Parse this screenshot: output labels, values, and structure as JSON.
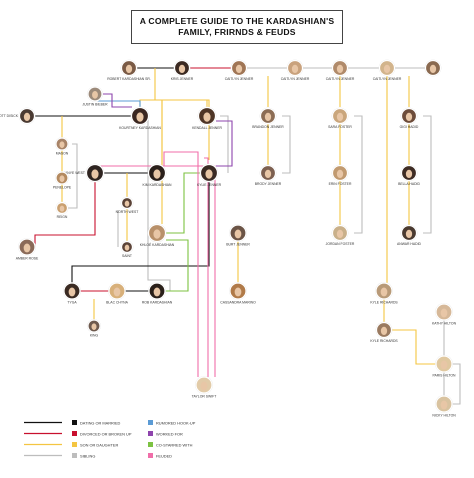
{
  "title": {
    "line1": "A COMPLETE GUIDE TO THE KARDASHIAN'S",
    "line2": "FAMILY, FRIRNDS & FEUDS"
  },
  "colors": {
    "dating": "#111111",
    "divorced": "#c8102e",
    "child": "#f4c542",
    "sibling": "#bdbdbd",
    "hookup": "#5b9bd5",
    "worked": "#8e44ad",
    "costarred": "#7cc242",
    "feud": "#f06ea9"
  },
  "people": [
    {
      "id": "robert",
      "name": "ROBERT KARDASHIAN SR.",
      "hue": "#7a5a45"
    },
    {
      "id": "kris",
      "name": "KRIS JENNER",
      "hue": "#3b2a22"
    },
    {
      "id": "caitlyn1",
      "name": "CAITLYN JENNER",
      "hue": "#a07555"
    },
    {
      "id": "caitlyn2",
      "name": "CAITLYN JENNER",
      "hue": "#c9a27d"
    },
    {
      "id": "caitlyn3",
      "name": "CAITLYN JENNER",
      "hue": "#b08a6a"
    },
    {
      "id": "caitlyn4",
      "name": "CAITLYN JENNER",
      "hue": "#d2b48c"
    },
    {
      "id": "caitlyn5",
      "name": "",
      "hue": "#8a6a50"
    },
    {
      "id": "justin",
      "name": "JUSTIN BIEBER",
      "hue": "#9c8a7a"
    },
    {
      "id": "scott",
      "name": "SCOTT DISICK",
      "hue": "#4a3a32"
    },
    {
      "id": "kourtney",
      "name": "KOURTNEY KARDASHIAN",
      "hue": "#3a2620"
    },
    {
      "id": "kendall",
      "name": "KENDALL JENNER",
      "hue": "#4e3526"
    },
    {
      "id": "brandon",
      "name": "BRANDON JENNER",
      "hue": "#8c6d55"
    },
    {
      "id": "sara",
      "name": "SARA FOSTER",
      "hue": "#caa67c"
    },
    {
      "id": "gigi",
      "name": "GIGI HADID",
      "hue": "#6d4c3a"
    },
    {
      "id": "mason",
      "name": "MASON",
      "hue": "#a88468"
    },
    {
      "id": "kanye",
      "name": "KANYE WEST",
      "hue": "#2e2420"
    },
    {
      "id": "kim",
      "name": "KIM KARDASHIAN",
      "hue": "#2a1f1a"
    },
    {
      "id": "kylie",
      "name": "KYLIE JENNER",
      "hue": "#3a2a24"
    },
    {
      "id": "brody",
      "name": "BRODY JENNER",
      "hue": "#7d6050"
    },
    {
      "id": "erin",
      "name": "ERIN FOSTER",
      "hue": "#c19a70"
    },
    {
      "id": "bella",
      "name": "BELLA HADID",
      "hue": "#3e2c24"
    },
    {
      "id": "penelope",
      "name": "PENELOPE",
      "hue": "#b48a60"
    },
    {
      "id": "north",
      "name": "NORTH WEST",
      "hue": "#5a4236"
    },
    {
      "id": "reign",
      "name": "REIGN",
      "hue": "#caa070"
    },
    {
      "id": "saint",
      "name": "SAINT",
      "hue": "#5c4438"
    },
    {
      "id": "khloe",
      "name": "KHLOÉ KARDASHIAN",
      "hue": "#b8906a"
    },
    {
      "id": "burt",
      "name": "BURT JENNER",
      "hue": "#6b5446"
    },
    {
      "id": "jordan",
      "name": "JORDAN FOSTER",
      "hue": "#c9b08a"
    },
    {
      "id": "anwar",
      "name": "ANWAR HADID",
      "hue": "#4a3a30"
    },
    {
      "id": "amber",
      "name": "AMBER ROSE",
      "hue": "#8a6a58"
    },
    {
      "id": "cassandra",
      "name": "CASSANDRA MARINO",
      "hue": "#b07a48"
    },
    {
      "id": "kyle",
      "name": "KYLE RICHARDS",
      "hue": "#b89a78"
    },
    {
      "id": "kathy",
      "name": "KATHY HILTON",
      "hue": "#d6b898"
    },
    {
      "id": "tyga",
      "name": "TYGA",
      "hue": "#3a2a22"
    },
    {
      "id": "blac",
      "name": "BLAC CHYNA",
      "hue": "#d8b07a"
    },
    {
      "id": "rob",
      "name": "ROB KARDASHIAN",
      "hue": "#2a201a"
    },
    {
      "id": "king",
      "name": "KING",
      "hue": "#6e5a4e"
    },
    {
      "id": "kylerich",
      "name": "KYLE RICHARDS",
      "hue": "#9a7a60"
    },
    {
      "id": "paris",
      "name": "PARIS HILTON",
      "hue": "#e0c8a0"
    },
    {
      "id": "taylor",
      "name": "TAYLOR SWIFT",
      "hue": "#e2cba8"
    },
    {
      "id": "nicky",
      "name": "NICKY HILTON",
      "hue": "#d9c3a0"
    }
  ],
  "legend": [
    {
      "label": "DATING OR MARRIED",
      "key": "dating"
    },
    {
      "label": "DIVORCED OR BROKEN UP",
      "key": "divorced"
    },
    {
      "label": "SON OR DAUGHTER",
      "key": "child"
    },
    {
      "label": "SIBLING",
      "key": "sibling"
    },
    {
      "label": "RUMORED HOOK-UP",
      "key": "hookup"
    },
    {
      "label": "WORKED FOR",
      "key": "worked"
    },
    {
      "label": "CO-STARRED WITH",
      "key": "costarred"
    },
    {
      "label": "FEUDED",
      "key": "feud"
    }
  ]
}
